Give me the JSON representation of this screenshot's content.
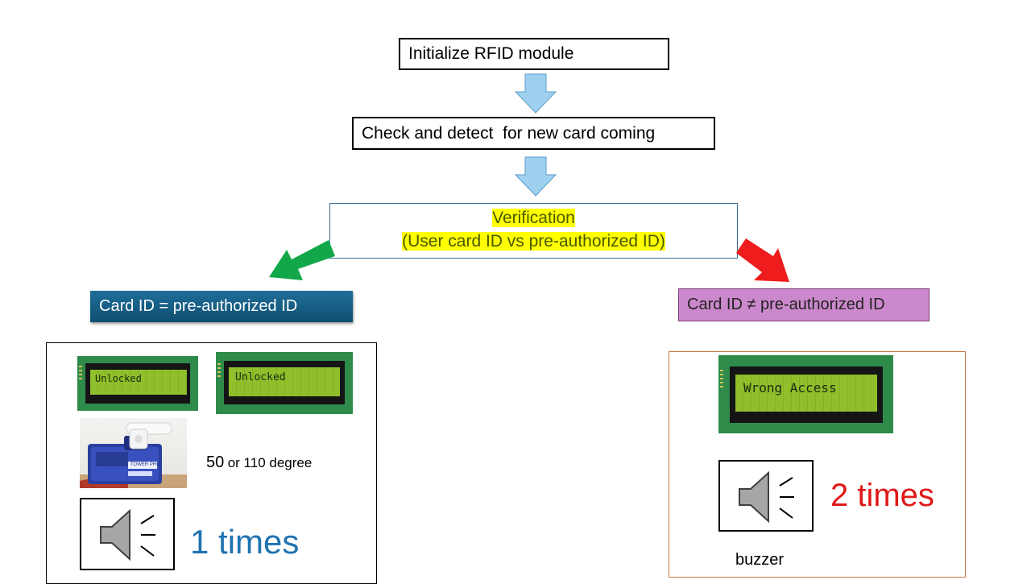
{
  "flow": {
    "step1": "Initialize RFID module",
    "step2": "Check and detect  for new card coming",
    "verification_title": "Verification",
    "verification_detail": "(User card ID vs pre-authorized ID)"
  },
  "branches": {
    "match_label": "Card ID = pre-authorized ID",
    "mismatch_label": "Card ID ≠ pre-authorized ID"
  },
  "match_panel": {
    "lcd_text_1": "Unlocked",
    "lcd_text_2": "Unlocked",
    "servo_brand": "TOWER PRO",
    "servo_angle_number": "50",
    "servo_angle_text": "or 110 degree",
    "buzzer_count": "1 times"
  },
  "mismatch_panel": {
    "lcd_text": "Wrong Access",
    "buzzer_count": "2 times",
    "buzzer_label": "buzzer"
  },
  "colors": {
    "down_arrow": "#9fd0ef",
    "match_arrow": "#12a84a",
    "mismatch_arrow": "#ee1c1c",
    "match_count": "#1f73b0",
    "mismatch_count": "#e01818",
    "highlight": "#ffff00"
  },
  "icons": [
    "down-arrow",
    "green-arrow",
    "red-arrow",
    "speaker-icon",
    "lcd-display",
    "servo-motor"
  ]
}
